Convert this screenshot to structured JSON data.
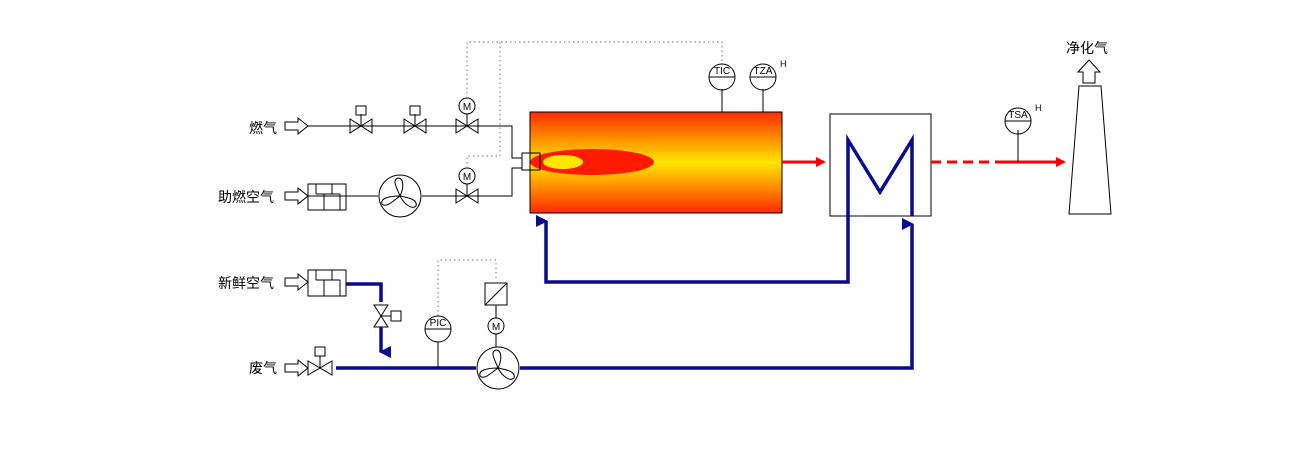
{
  "streams": {
    "fuel_gas": "燃气",
    "combustion_air": "助燃空气",
    "fresh_air": "新鲜空气",
    "waste_gas": "废气",
    "clean_gas": "净化气"
  },
  "instruments": {
    "tic": "TIC",
    "tza": "TZA",
    "tza_alarm": "H",
    "tsa": "TSA",
    "tsa_alarm": "H",
    "pic": "PIC",
    "motor": "M"
  },
  "colors": {
    "waste_line": "#0a0a8c",
    "hot_line": "#ff0000",
    "furnace_hot": "#ffe600",
    "furnace_edge": "#ff2a00"
  },
  "icons": {
    "fan": "fan-icon",
    "valve": "valve-icon",
    "motor": "motor-icon",
    "filter": "filter-icon",
    "heat_exchanger": "heat-exchanger-icon",
    "stack": "chimney-icon",
    "burner": "burner-icon"
  }
}
